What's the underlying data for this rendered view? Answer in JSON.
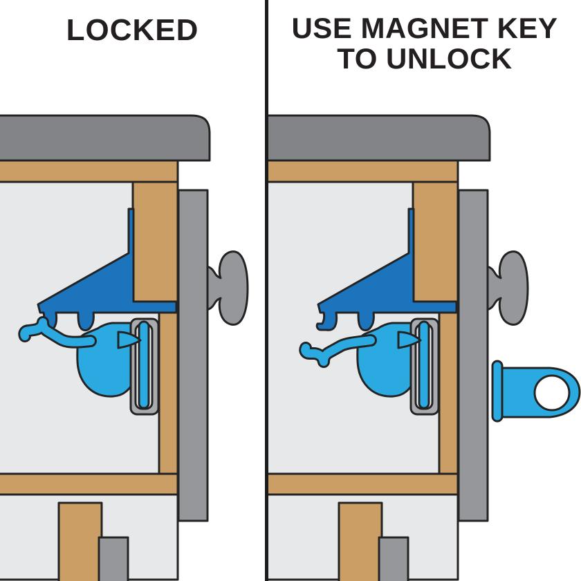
{
  "panels": {
    "left": {
      "state": "locked",
      "title": "LOCKED"
    },
    "right": {
      "state": "unlocked",
      "title_line1": "USE MAGNET KEY",
      "title_line2": "TO UNLOCK"
    }
  },
  "parts": {
    "countertop": "countertop",
    "cabinet_frame": "wood cabinet frame",
    "cabinet_interior": "cabinet interior",
    "cabinet_door": "cabinet door",
    "door_knob": "door knob",
    "lock_body": "magnetic lock body with catch teeth",
    "latch_hook": "spring latch hook arm",
    "latch_rod": "latch slide rod",
    "strike_bracket": "door strike bracket",
    "magnet_key": "magnet key"
  },
  "palette": {
    "background": "#ffffff",
    "outline": "#232323",
    "counter_gray": "#828487",
    "door_gray": "#95979a",
    "bracket_gray": "#a9abae",
    "interior_gray": "#e7e8e9",
    "wood_tan": "#cb9e66",
    "lock_dark_blue": "#1c75bc",
    "latch_light_blue": "#2baae2",
    "divider_black": "#1b1b1b",
    "title_color": "#231f20"
  }
}
